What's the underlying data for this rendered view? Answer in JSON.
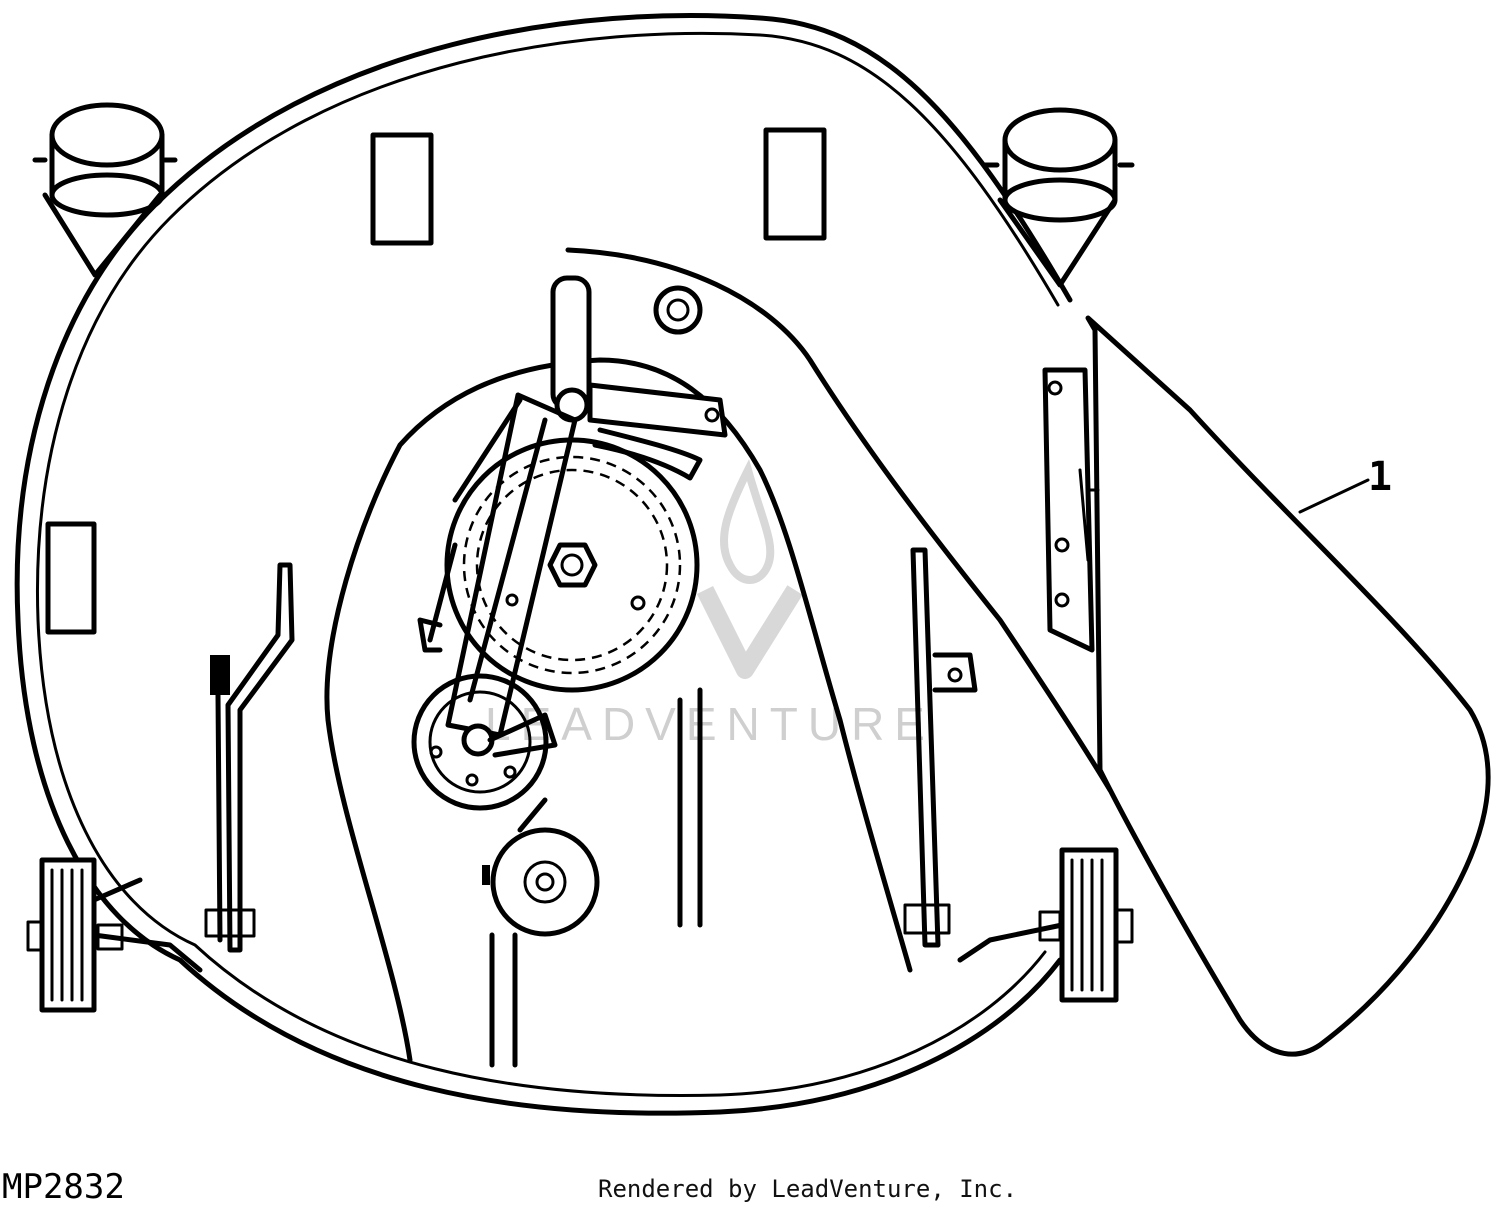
{
  "callouts": [
    {
      "label": "1"
    }
  ],
  "watermark": {
    "text": "LEADVENTURE",
    "color": "#cfcfcf"
  },
  "figure_code": "MP2832",
  "rendered_by": "Rendered by LeadVenture, Inc.",
  "colors": {
    "ink": "#000000",
    "background": "#ffffff"
  }
}
